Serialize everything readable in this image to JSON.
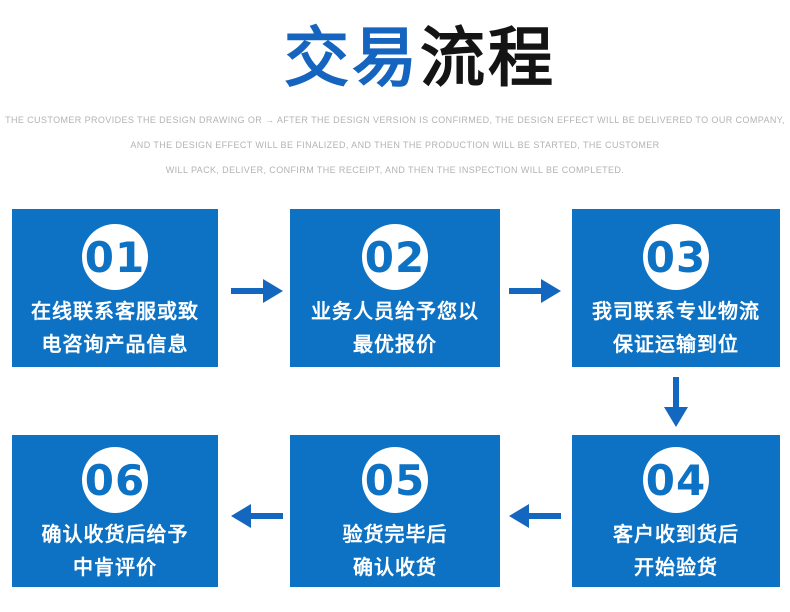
{
  "title": {
    "highlight": "交易",
    "rest": "流程"
  },
  "subtitle": {
    "line1": "THE CUSTOMER PROVIDES THE DESIGN DRAWING OR → AFTER THE DESIGN VERSION IS CONFIRMED, THE DESIGN EFFECT WILL BE DELIVERED TO OUR COMPANY,",
    "line2": "AND THE DESIGN EFFECT WILL BE FINALIZED, AND THEN THE PRODUCTION WILL BE STARTED, THE CUSTOMER",
    "line3": "WILL PACK, DELIVER, CONFIRM THE RECEIPT, AND THEN THE INSPECTION WILL BE COMPLETED."
  },
  "steps": [
    {
      "number": "01",
      "line1": "在线联系客服或致",
      "line2": "电咨询产品信息"
    },
    {
      "number": "02",
      "line1": "业务人员给予您以",
      "line2": "最优报价"
    },
    {
      "number": "03",
      "line1": "我司联系专业物流",
      "line2": "保证运输到位"
    },
    {
      "number": "04",
      "line1": "客户收到货后",
      "line2": "开始验货"
    },
    {
      "number": "05",
      "line1": "验货完毕后",
      "line2": "确认收货"
    },
    {
      "number": "06",
      "line1": "确认收货后给予",
      "line2": "中肯评价"
    }
  ],
  "flow": [
    "01→02",
    "02→03",
    "03↓04",
    "04→05",
    "05→06"
  ],
  "colors": {
    "box_blue": "#0d72c4",
    "title_blue": "#1565c0",
    "title_dark": "#141414",
    "arrow_blue": "#1467bf",
    "subtitle_gray": "#b3b3b3",
    "step_text_white": "#ffffff"
  }
}
